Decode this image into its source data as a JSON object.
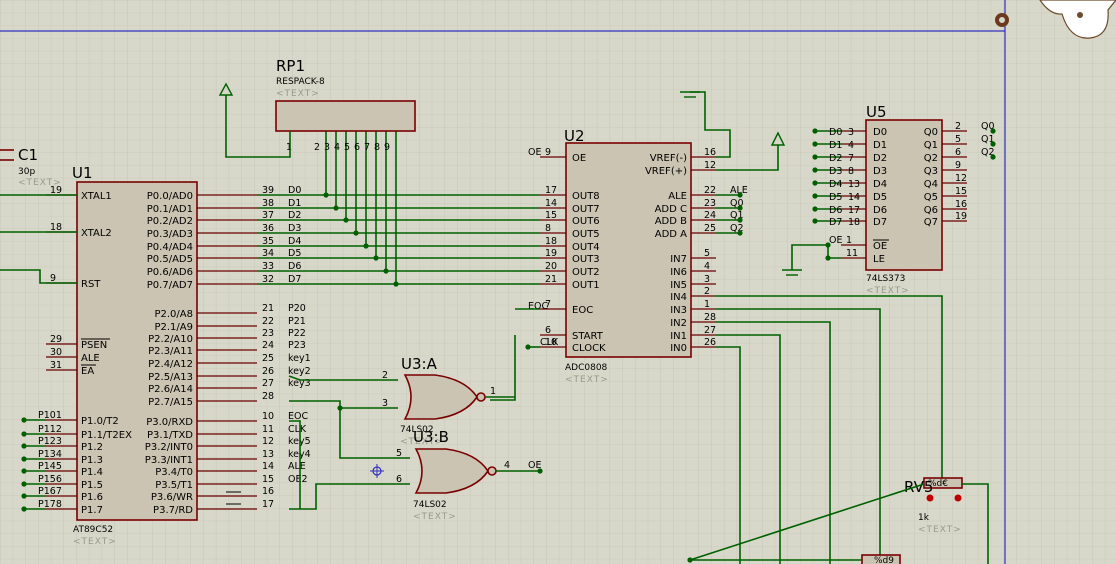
{
  "icons": {
    "gear": "gear-icon",
    "mascot": "mascot-icon",
    "probe": "crosshair-icon"
  },
  "colors": {
    "grid": "#c0c0b0",
    "wire": "#006000",
    "body_fill": "#cbc4b2",
    "body_stroke": "#7a0000"
  },
  "placeholder": "<TEXT>",
  "c1": {
    "ref": "C1",
    "value": "30p"
  },
  "rp1": {
    "ref": "RP1",
    "type": "RESPACK-8",
    "pins": [
      "1",
      "2",
      "3",
      "4",
      "5",
      "6",
      "7",
      "8",
      "9"
    ]
  },
  "u1": {
    "ref": "U1",
    "type": "AT89C52",
    "left": [
      {
        "n": "19",
        "name": "XTAL1"
      },
      {
        "n": "18",
        "name": "XTAL2"
      },
      {
        "n": "9",
        "name": "RST"
      },
      {
        "n": "29",
        "name": "PSEN"
      },
      {
        "n": "30",
        "name": "ALE"
      },
      {
        "n": "31",
        "name": "EA"
      },
      {
        "n": "P101",
        "name": "P1.0/T2"
      },
      {
        "n": "P112",
        "name": "P1.1/T2EX"
      },
      {
        "n": "P123",
        "name": "P1.2"
      },
      {
        "n": "P134",
        "name": "P1.3"
      },
      {
        "n": "P145",
        "name": "P1.4"
      },
      {
        "n": "P156",
        "name": "P1.5"
      },
      {
        "n": "P167",
        "name": "P1.6"
      },
      {
        "n": "P178",
        "name": "P1.7"
      }
    ],
    "right": [
      {
        "n": "39",
        "name": "P0.0/AD0",
        "net": "D0"
      },
      {
        "n": "38",
        "name": "P0.1/AD1",
        "net": "D1"
      },
      {
        "n": "37",
        "name": "P0.2/AD2",
        "net": "D2"
      },
      {
        "n": "36",
        "name": "P0.3/AD3",
        "net": "D3"
      },
      {
        "n": "35",
        "name": "P0.4/AD4",
        "net": "D4"
      },
      {
        "n": "34",
        "name": "P0.5/AD5",
        "net": "D5"
      },
      {
        "n": "33",
        "name": "P0.6/AD6",
        "net": "D6"
      },
      {
        "n": "32",
        "name": "P0.7/AD7",
        "net": "D7"
      },
      {
        "n": "21",
        "name": "P2.0/A8",
        "net": "P20"
      },
      {
        "n": "22",
        "name": "P2.1/A9",
        "net": "P21"
      },
      {
        "n": "23",
        "name": "P2.2/A10",
        "net": "P22"
      },
      {
        "n": "24",
        "name": "P2.3/A11",
        "net": "P23"
      },
      {
        "n": "25",
        "name": "P2.4/A12",
        "net": "key1"
      },
      {
        "n": "26",
        "name": "P2.5/A13",
        "net": "key2"
      },
      {
        "n": "27",
        "name": "P2.6/A14",
        "net": "key3"
      },
      {
        "n": "28",
        "name": "P2.7/A15",
        "net": ""
      },
      {
        "n": "10",
        "name": "P3.0/RXD",
        "net": "EOC"
      },
      {
        "n": "11",
        "name": "P3.1/TXD",
        "net": "CLK"
      },
      {
        "n": "12",
        "name": "P3.2/INT0",
        "net": "key5"
      },
      {
        "n": "13",
        "name": "P3.3/INT1",
        "net": "key4"
      },
      {
        "n": "14",
        "name": "P3.4/T0",
        "net": "ALE"
      },
      {
        "n": "15",
        "name": "P3.5/T1",
        "net": "OE2"
      },
      {
        "n": "16",
        "name": "P3.6/WR",
        "net": ""
      },
      {
        "n": "17",
        "name": "P3.7/RD",
        "net": ""
      }
    ]
  },
  "u2": {
    "ref": "U2",
    "type": "ADC0808",
    "left": [
      {
        "n": "9",
        "name": "OE",
        "net": "OE"
      },
      {
        "n": "17",
        "name": "OUT8"
      },
      {
        "n": "14",
        "name": "OUT7"
      },
      {
        "n": "15",
        "name": "OUT6"
      },
      {
        "n": "8",
        "name": "OUT5"
      },
      {
        "n": "18",
        "name": "OUT4"
      },
      {
        "n": "19",
        "name": "OUT3"
      },
      {
        "n": "20",
        "name": "OUT2"
      },
      {
        "n": "21",
        "name": "OUT1"
      },
      {
        "n": "7",
        "name": "EOC",
        "net": "EOC"
      },
      {
        "n": "6",
        "name": "START"
      },
      {
        "n": "10",
        "name": "CLOCK",
        "net": "CLK"
      }
    ],
    "right": [
      {
        "n": "16",
        "name": "VREF(-)"
      },
      {
        "n": "12",
        "name": "VREF(+)"
      },
      {
        "n": "22",
        "name": "ALE",
        "net": "ALE"
      },
      {
        "n": "23",
        "name": "ADD C",
        "net": "Q0"
      },
      {
        "n": "24",
        "name": "ADD B",
        "net": "Q1"
      },
      {
        "n": "25",
        "name": "ADD A",
        "net": "Q2"
      },
      {
        "n": "5",
        "name": "IN7"
      },
      {
        "n": "4",
        "name": "IN6"
      },
      {
        "n": "3",
        "name": "IN5"
      },
      {
        "n": "2",
        "name": "IN4"
      },
      {
        "n": "1",
        "name": "IN3"
      },
      {
        "n": "28",
        "name": "IN2"
      },
      {
        "n": "27",
        "name": "IN1"
      },
      {
        "n": "26",
        "name": "IN0"
      }
    ]
  },
  "u3a": {
    "ref": "U3:A",
    "type": "74LS02",
    "in1": "2",
    "in2": "3",
    "out": "1"
  },
  "u3b": {
    "ref": "U3:B",
    "type": "74LS02",
    "in1": "5",
    "in2": "6",
    "out": "4",
    "net": "OE"
  },
  "u5": {
    "ref": "U5",
    "type": "74LS373",
    "left": [
      {
        "net": "D0",
        "n": "3",
        "name": "D0"
      },
      {
        "net": "D1",
        "n": "4",
        "name": "D1"
      },
      {
        "net": "D2",
        "n": "7",
        "name": "D2"
      },
      {
        "net": "D3",
        "n": "8",
        "name": "D3"
      },
      {
        "net": "D4",
        "n": "13",
        "name": "D4"
      },
      {
        "net": "D5",
        "n": "14",
        "name": "D5"
      },
      {
        "net": "D6",
        "n": "17",
        "name": "D6"
      },
      {
        "net": "D7",
        "n": "18",
        "name": "D7"
      }
    ],
    "right": [
      {
        "n": "2",
        "name": "Q0",
        "net": "Q0"
      },
      {
        "n": "5",
        "name": "Q1",
        "net": "Q1"
      },
      {
        "n": "6",
        "name": "Q2",
        "net": "Q2"
      },
      {
        "n": "9",
        "name": "Q3"
      },
      {
        "n": "12",
        "name": "Q4"
      },
      {
        "n": "15",
        "name": "Q5"
      },
      {
        "n": "16",
        "name": "Q6"
      },
      {
        "n": "19",
        "name": "Q7"
      }
    ],
    "oe": {
      "net": "OE",
      "n": "1",
      "name": "OE"
    },
    "le": {
      "n": "11",
      "name": "LE"
    }
  },
  "rv5": {
    "ref": "RV5",
    "value": "1k",
    "label": "%d€"
  },
  "rv6": {
    "label": "%d9"
  }
}
